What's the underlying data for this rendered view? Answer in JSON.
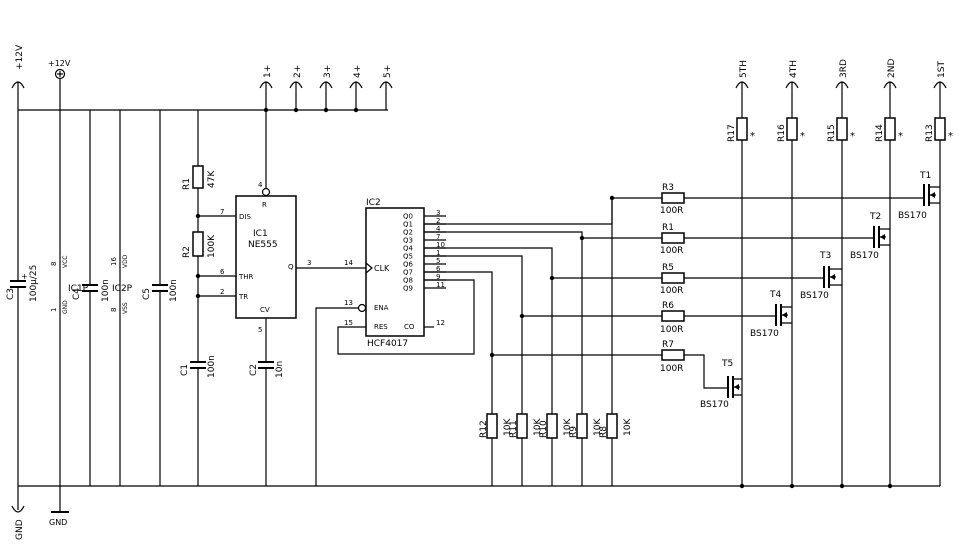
{
  "nets": {
    "v12": "+12V",
    "gnd": "GND",
    "plus12_symbol": "+12V",
    "gnd_symbol": "GND",
    "outputs_top": [
      "1+",
      "2+",
      "3+",
      "4+",
      "5+"
    ],
    "gears": [
      "5TH",
      "4TH",
      "3RD",
      "2ND",
      "1ST"
    ]
  },
  "supply_caps": {
    "c3": {
      "ref": "C3",
      "value": "100µ/25",
      "plus": "+"
    },
    "c4": {
      "ref": "C4",
      "value": "100n"
    },
    "c5": {
      "ref": "C5",
      "value": "100n"
    }
  },
  "power_pins": {
    "ic1p": {
      "ref": "IC1P",
      "vcc_pin": "8",
      "vcc": "VCC",
      "gnd_pin": "1",
      "gnd": "GND"
    },
    "ic2p": {
      "ref": "IC2P",
      "vdd_pin": "16",
      "vdd": "VDD",
      "vss_pin": "8",
      "vss": "VSS"
    }
  },
  "timer": {
    "r1": {
      "ref": "R1",
      "value": "47K"
    },
    "r2": {
      "ref": "R2",
      "value": "100K"
    },
    "c1": {
      "ref": "C1",
      "value": "100n"
    },
    "c2": {
      "ref": "C2",
      "value": "10n"
    },
    "ic1": {
      "ref": "IC1",
      "part": "NE555",
      "pins": {
        "dis": "DIS",
        "thr": "THR",
        "tr": "TR",
        "r": "R",
        "cv": "CV",
        "q": "Q"
      },
      "pin_numbers": {
        "dis": "7",
        "thr": "6",
        "tr": "2",
        "r": "4",
        "cv": "5",
        "q": "3"
      }
    }
  },
  "counter": {
    "ref": "IC2",
    "part": "HCF4017",
    "pins": {
      "clk": "CLK",
      "ena": "ENA",
      "res": "RES",
      "co": "CO"
    },
    "pin_numbers": {
      "clk": "14",
      "ena": "13",
      "res": "15",
      "co": "12"
    },
    "outputs": [
      {
        "name": "Q0",
        "pin": "3"
      },
      {
        "name": "Q1",
        "pin": "2"
      },
      {
        "name": "Q2",
        "pin": "4"
      },
      {
        "name": "Q3",
        "pin": "7"
      },
      {
        "name": "Q4",
        "pin": "10"
      },
      {
        "name": "Q5",
        "pin": "1"
      },
      {
        "name": "Q6",
        "pin": "5"
      },
      {
        "name": "Q7",
        "pin": "6"
      },
      {
        "name": "Q8",
        "pin": "9"
      },
      {
        "name": "Q9",
        "pin": "11"
      }
    ]
  },
  "gate_resistors": [
    {
      "ref": "R3",
      "value": "100R"
    },
    {
      "ref": "R1",
      "value": "100R"
    },
    {
      "ref": "R5",
      "value": "100R"
    },
    {
      "ref": "R6",
      "value": "100R"
    },
    {
      "ref": "R7",
      "value": "100R"
    }
  ],
  "pulldowns": [
    {
      "ref": "R12",
      "value": "10K"
    },
    {
      "ref": "R11",
      "value": "10K"
    },
    {
      "ref": "R10",
      "value": "10K"
    },
    {
      "ref": "R9",
      "value": "10K"
    },
    {
      "ref": "R8",
      "value": "10K"
    }
  ],
  "led_resistors": [
    {
      "ref": "R17",
      "mark": "*"
    },
    {
      "ref": "R16",
      "mark": "*"
    },
    {
      "ref": "R15",
      "mark": "*"
    },
    {
      "ref": "R14",
      "mark": "*"
    },
    {
      "ref": "R13",
      "mark": "*"
    }
  ],
  "transistors": [
    {
      "ref": "T1",
      "part": "BS170"
    },
    {
      "ref": "T2",
      "part": "BS170"
    },
    {
      "ref": "T3",
      "part": "BS170"
    },
    {
      "ref": "T4",
      "part": "BS170"
    },
    {
      "ref": "T5",
      "part": "BS170"
    }
  ]
}
